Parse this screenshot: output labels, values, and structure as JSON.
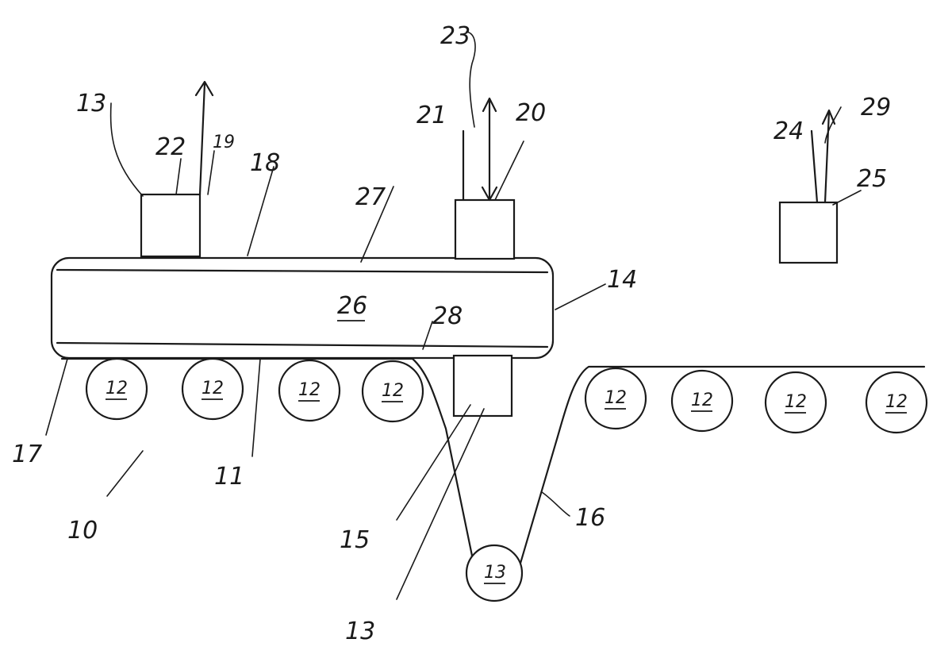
{
  "labels": {
    "l13a": "13",
    "l22": "22",
    "l19": "19",
    "l18": "18",
    "l27": "27",
    "l21": "21",
    "l20": "20",
    "l24": "24",
    "l29": "29",
    "l23": "23",
    "l25": "25",
    "l14": "14",
    "l26": "26",
    "l28": "28",
    "l17": "17",
    "l10": "10",
    "l11": "11",
    "l15": "15",
    "l16": "16",
    "l13b": "13",
    "roll": "12",
    "roll_bottom": "13"
  }
}
